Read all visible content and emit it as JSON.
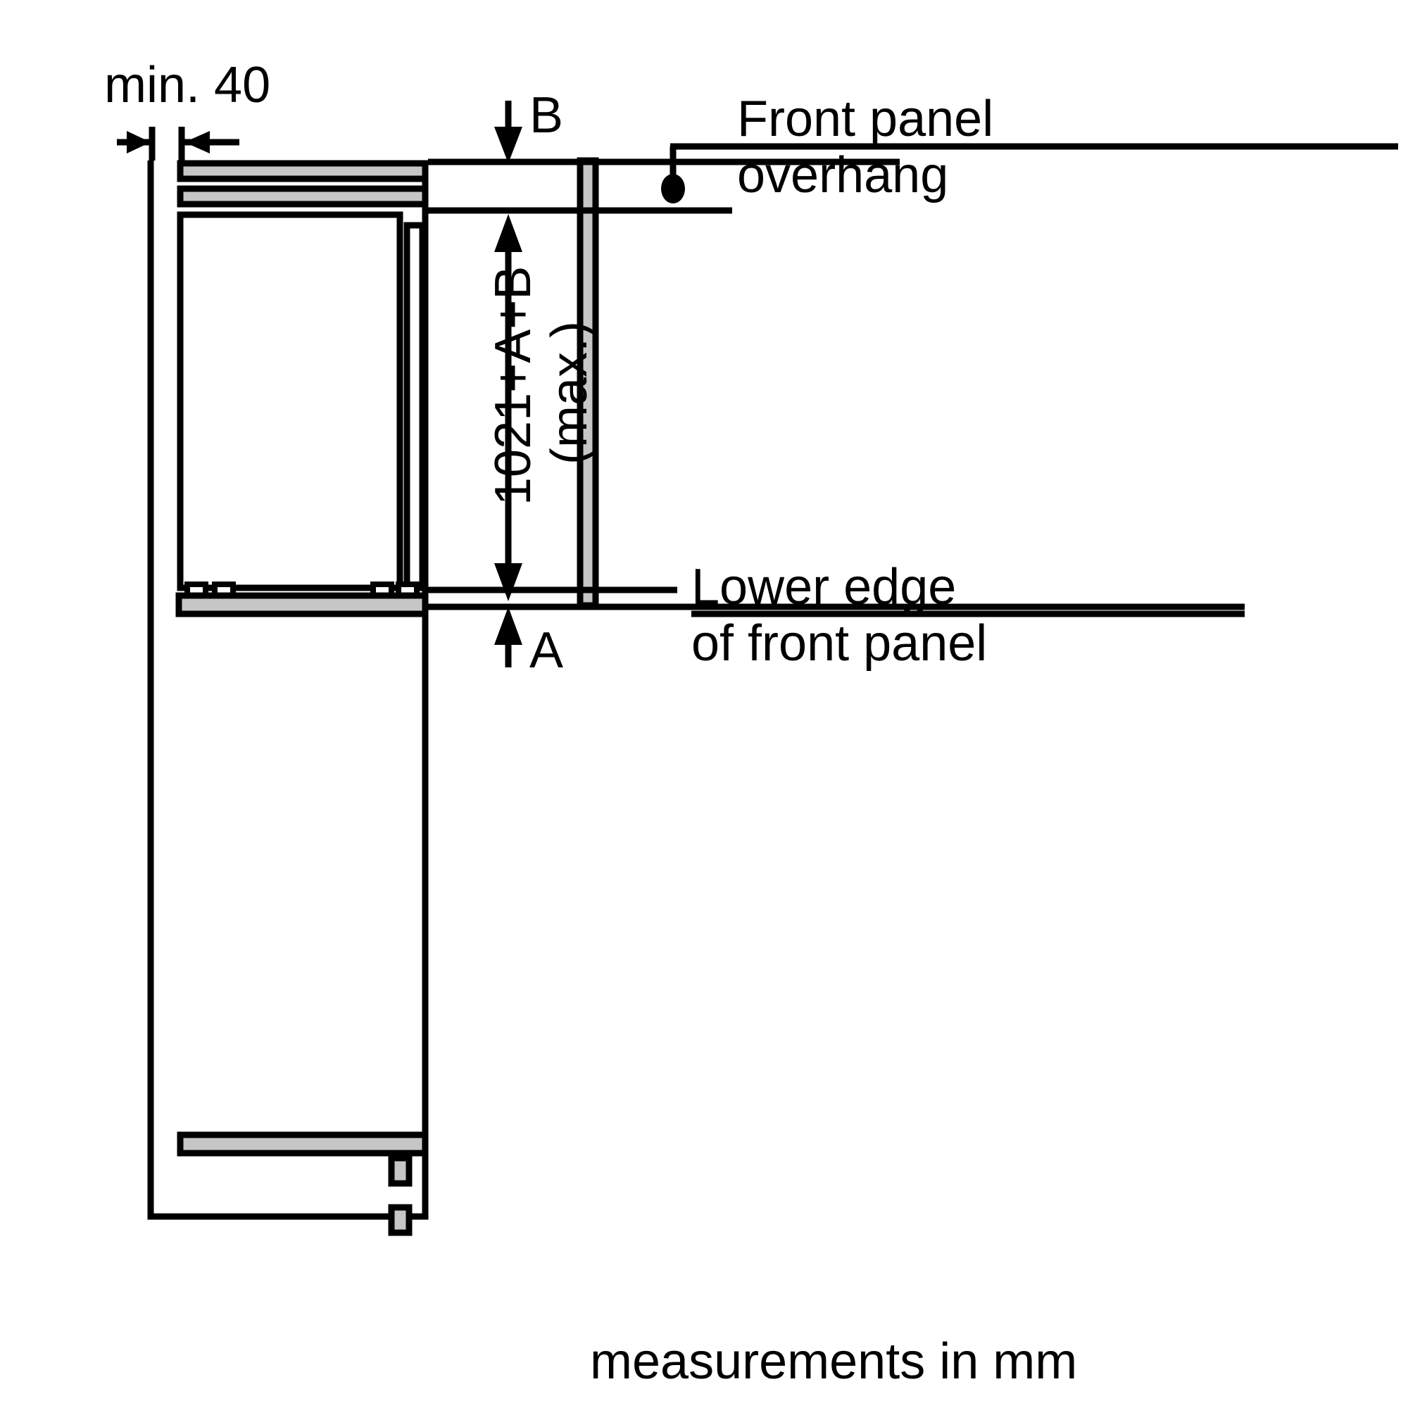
{
  "diagram": {
    "title": "Built-in refrigerator niche installation side view",
    "footer_note": "measurements in mm",
    "colors": {
      "line": "#000000",
      "fill_gray": "#c6c6c6",
      "background": "#ffffff"
    },
    "labels": {
      "min_clearance": "min. 40",
      "dim_b": "B",
      "dim_a": "A",
      "height_value": "1021+A+B",
      "height_qualifier": "(max.)",
      "front_panel_line1": "Front panel",
      "front_panel_line2": "overhang",
      "lower_edge_line1": "Lower edge",
      "lower_edge_line2": "of front panel"
    },
    "annotations": [
      {
        "name": "min-clearance",
        "text": "min. 40",
        "unit": "mm",
        "type": "dimension"
      },
      {
        "name": "gap-b",
        "text": "B",
        "type": "dimension-arrow",
        "direction": "down"
      },
      {
        "name": "gap-a",
        "text": "A",
        "type": "dimension-arrow",
        "direction": "up"
      },
      {
        "name": "panel-height",
        "text": "1021+A+B (max.)",
        "unit": "mm",
        "type": "dimension"
      },
      {
        "name": "front-panel-overhang",
        "text": "Front panel overhang",
        "type": "leader-callout"
      },
      {
        "name": "lower-edge-of-front-panel",
        "text": "Lower edge of front panel",
        "type": "leader-callout"
      }
    ]
  }
}
